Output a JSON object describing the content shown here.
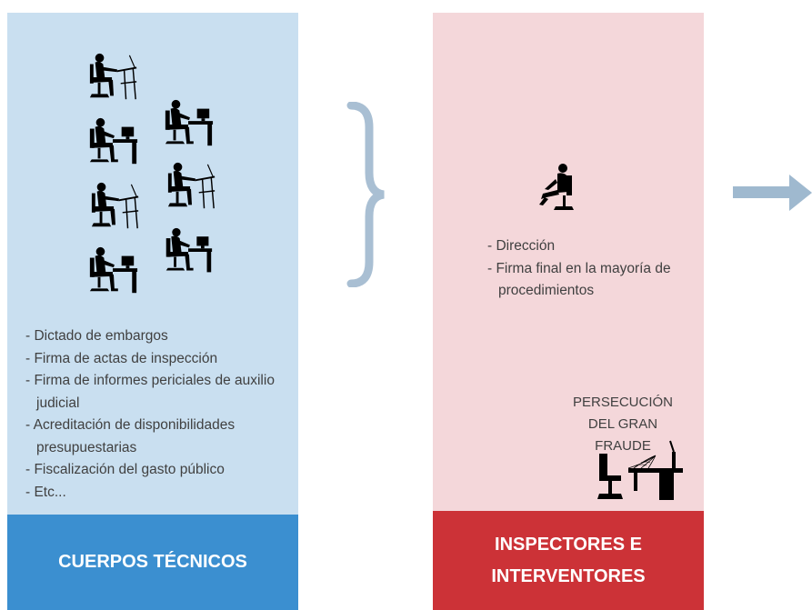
{
  "left_column": {
    "items": [
      "Dictado de embargos",
      "Firma de actas de inspección",
      "Firma de informes periciales de auxilio judicial",
      "Acreditación de disponibilidades presupuestarias",
      "Fiscalización del gasto público",
      "Etc..."
    ],
    "title": "CUERPOS TÉCNICOS",
    "figures": [
      "worker-at-computer-icon",
      "worker-at-computer-icon",
      "worker-at-computer-icon",
      "worker-at-computer-icon",
      "worker-at-computer-icon",
      "worker-at-computer-icon",
      "worker-at-computer-icon"
    ]
  },
  "middle_column": {
    "items": [
      "Dirección",
      "Firma final en la mayoría de procedimientos"
    ],
    "side_label": "PERSECUCIÓN DEL GRAN FRAUDE",
    "title_line1": "INSPECTORES E",
    "title_line2": "INTERVENTORES",
    "figures": [
      "seated-executive-icon",
      "empty-desk-with-cobwebs-icon"
    ]
  },
  "colors": {
    "left_panel": "#c9dff0",
    "left_footer": "#3b8fd0",
    "mid_panel": "#f4d7da",
    "mid_footer": "#cc3237",
    "brace": "#a9bfd3",
    "arrow": "#9fb9cf"
  }
}
